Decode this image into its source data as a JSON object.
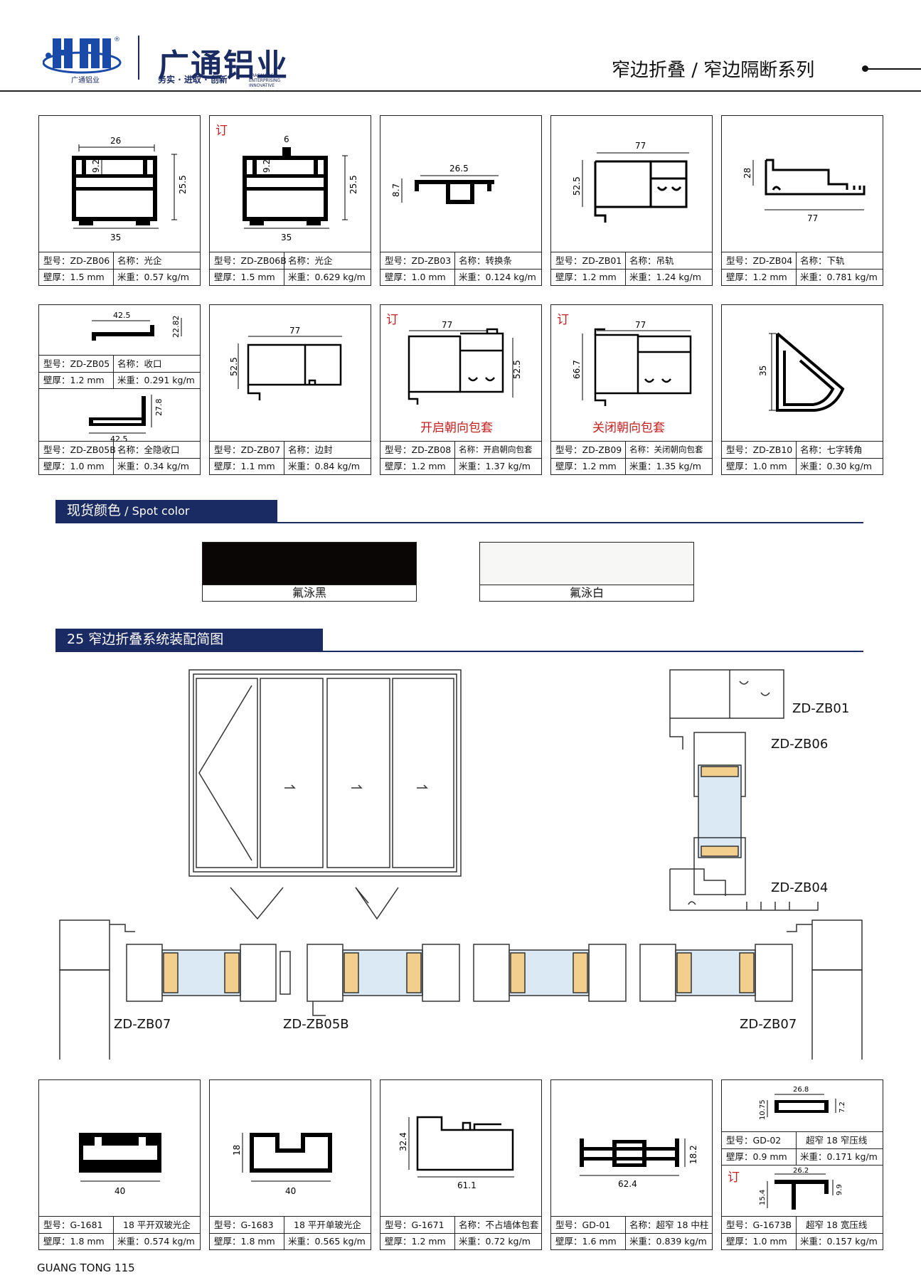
{
  "header": {
    "brand": "广通铝业",
    "logo_text": "广通铝业",
    "slogan": "务实 · 进取 · 创新",
    "slogan_en": "PRAGMATIC ENTERPRISING INNOVATIVE",
    "series": "窄边折叠 / 窄边隔断系列"
  },
  "order_mark": "订",
  "labels": {
    "model": "型号：",
    "name": "名称：",
    "wall": "壁厚：",
    "weight": "米重："
  },
  "row1": [
    {
      "model": "ZD-ZB06",
      "name": "光企",
      "wall": "1.5 mm",
      "weight": "0.57 kg/m",
      "dims": [
        "26",
        "9.2",
        "25.5",
        "35"
      ]
    },
    {
      "model": "ZD-ZB06B",
      "name": "光企",
      "wall": "1.5 mm",
      "weight": "0.629 kg/m",
      "order": true,
      "dims": [
        "6",
        "9.2",
        "25.5",
        "35"
      ]
    },
    {
      "model": "ZD-ZB03",
      "name": "转换条",
      "wall": "1.0 mm",
      "weight": "0.124 kg/m",
      "dims": [
        "26.5",
        "8.7"
      ]
    },
    {
      "model": "ZD-ZB01",
      "name": "吊轨",
      "wall": "1.2 mm",
      "weight": "1.24 kg/m",
      "dims": [
        "77",
        "52.5"
      ]
    },
    {
      "model": "ZD-ZB04",
      "name": "下轨",
      "wall": "1.2 mm",
      "weight": "0.781 kg/m",
      "dims": [
        "28",
        "77"
      ]
    }
  ],
  "row2": {
    "zb05": {
      "model": "ZD-ZB05",
      "name": "收口",
      "wall": "1.2 mm",
      "weight": "0.291 kg/m",
      "dims": [
        "42.5",
        "22.82"
      ]
    },
    "zb05b": {
      "model": "ZD-ZB05B",
      "name": "全隐收口",
      "wall": "1.0 mm",
      "weight": "0.34 kg/m",
      "dims": [
        "27.8",
        "42.5"
      ]
    },
    "cards": [
      {
        "model": "ZD-ZB07",
        "name": "边封",
        "wall": "1.1 mm",
        "weight": "0.84 kg/m",
        "dims": [
          "77",
          "52.5"
        ]
      },
      {
        "model": "ZD-ZB08",
        "name": "开启朝向包套",
        "wall": "1.2 mm",
        "weight": "1.37 kg/m",
        "order": true,
        "caption": "开启朝向包套",
        "dims": [
          "77",
          "52.5"
        ]
      },
      {
        "model": "ZD-ZB09",
        "name": "关闭朝向包套",
        "wall": "1.2 mm",
        "weight": "1.35 kg/m",
        "order": true,
        "caption": "关闭朝向包套",
        "dims": [
          "77",
          "66.7"
        ]
      },
      {
        "model": "ZD-ZB10",
        "name": "七字转角",
        "wall": "1.0 mm",
        "weight": "0.30 kg/m",
        "dims": [
          "35"
        ]
      }
    ]
  },
  "spot_color": {
    "title": "现货颜色",
    "title_en": " / Spot color",
    "swatches": [
      {
        "label": "氟泳黑",
        "color": "#0a0606"
      },
      {
        "label": "氟泳白",
        "color": "#f7f7f5"
      }
    ]
  },
  "assembly": {
    "title": "25 窄边折叠系统装配简图",
    "labels": {
      "zb01": "ZD-ZB01",
      "zb06": "ZD-ZB06",
      "zb04": "ZD-ZB04",
      "zb07_left": "ZD-ZB07",
      "zb05b": "ZD-ZB05B",
      "zb07_right": "ZD-ZB07"
    }
  },
  "row3": [
    {
      "model": "G-1681",
      "name": "18 平开双玻光企",
      "wall": "1.8 mm",
      "weight": "0.574 kg/m",
      "dims": [
        "40"
      ]
    },
    {
      "model": "G-1683",
      "name": "18 平开单玻光企",
      "wall": "1.8 mm",
      "weight": "0.565 kg/m",
      "dims": [
        "18",
        "40"
      ]
    },
    {
      "model": "G-1671",
      "name": "不占墙体包套",
      "wall": "1.2 mm",
      "weight": "0.72 kg/m",
      "dims": [
        "32.4",
        "61.1"
      ]
    },
    {
      "model": "GD-01",
      "name": "超窄 18 中柱",
      "wall": "1.6 mm",
      "weight": "0.839 kg/m",
      "dims": [
        "62.4",
        "18.2"
      ]
    }
  ],
  "gd02": {
    "model": "GD-02",
    "name": "超窄 18 窄压线",
    "wall": "0.9 mm",
    "weight": "0.171 kg/m",
    "dims": [
      "26.8",
      "10.75",
      "7.2"
    ]
  },
  "g1673b": {
    "model": "G-1673B",
    "name": "超窄 18 宽压线",
    "wall": "1.0 mm",
    "weight": "0.157 kg/m",
    "order": true,
    "dims": [
      "26.2",
      "15.4",
      "9.9"
    ]
  },
  "footer": "GUANG TONG  115"
}
